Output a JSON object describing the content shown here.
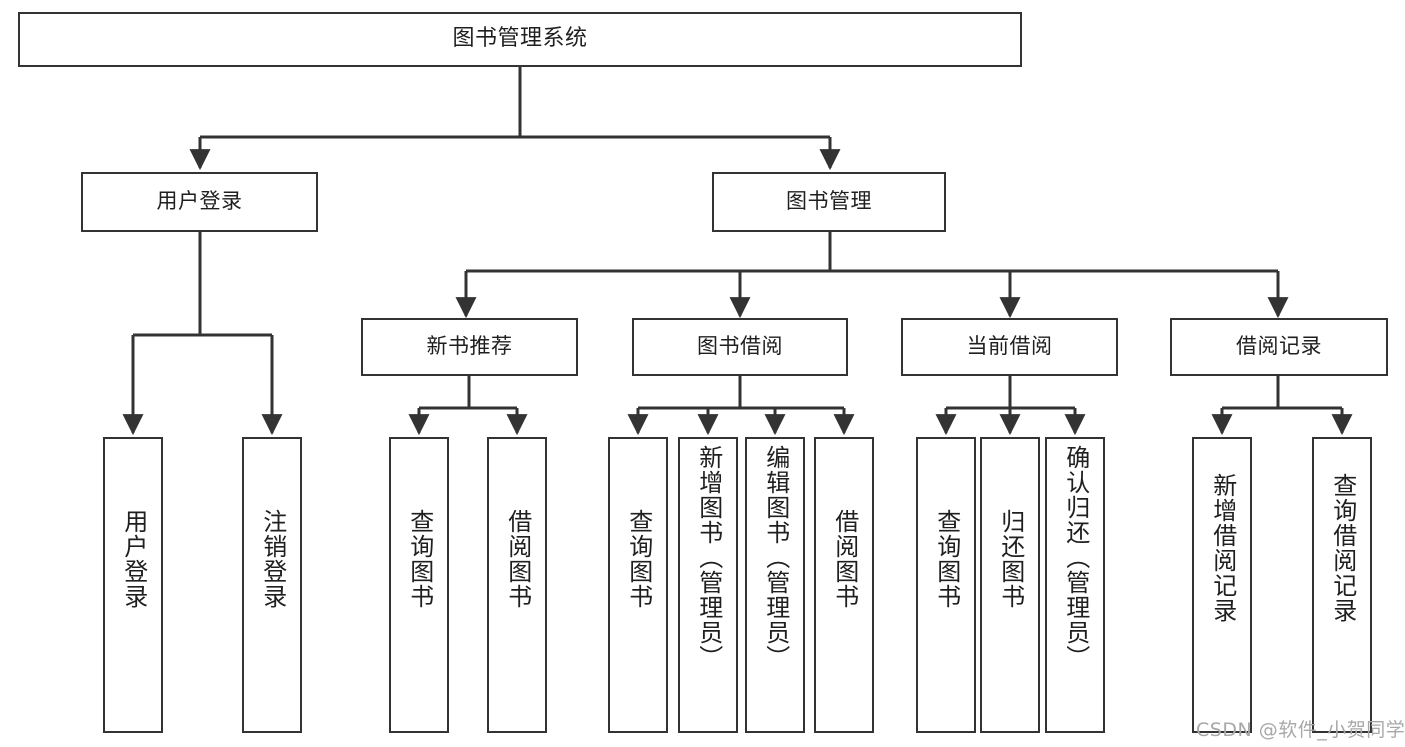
{
  "diagram": {
    "title": "图书管理系统",
    "type": "tree-hierarchy-diagram",
    "colors": {
      "box_border": "#333333",
      "box_fill": "#ffffff",
      "edge": "#333333",
      "text": "#1f1f1f",
      "watermark": "#a8a8a8",
      "background": "#ffffff"
    },
    "nodes": {
      "root": {
        "label": "图书管理系统"
      },
      "level1": [
        {
          "label": "用户登录"
        },
        {
          "label": "图书管理"
        }
      ],
      "level2": [
        {
          "label": "新书推荐"
        },
        {
          "label": "图书借阅"
        },
        {
          "label": "当前借阅"
        },
        {
          "label": "借阅记录"
        }
      ],
      "leaves": {
        "user_login": [
          {
            "label": "用户登录"
          },
          {
            "label": "注销登录"
          }
        ],
        "new_book_recommend": [
          {
            "label": "查询图书"
          },
          {
            "label": "借阅图书"
          }
        ],
        "book_borrow": [
          {
            "label": "查询图书"
          },
          {
            "label": "新增图书（管理员）"
          },
          {
            "label": "编辑图书（管理员）"
          },
          {
            "label": "借阅图书"
          }
        ],
        "current_borrow": [
          {
            "label": "查询图书"
          },
          {
            "label": "归还图书"
          },
          {
            "label": "确认归还（管理员）"
          }
        ],
        "borrow_record": [
          {
            "label": "新增借阅记录"
          },
          {
            "label": "查询借阅记录"
          }
        ]
      }
    },
    "edges_description": "root → 用户登录, 图书管理; 图书管理 → 新书推荐, 图书借阅, 当前借阅, 借阅记录; each parent fans out with arrowheads to its leaf boxes",
    "watermark": "CSDN @软件_小贺同学"
  }
}
